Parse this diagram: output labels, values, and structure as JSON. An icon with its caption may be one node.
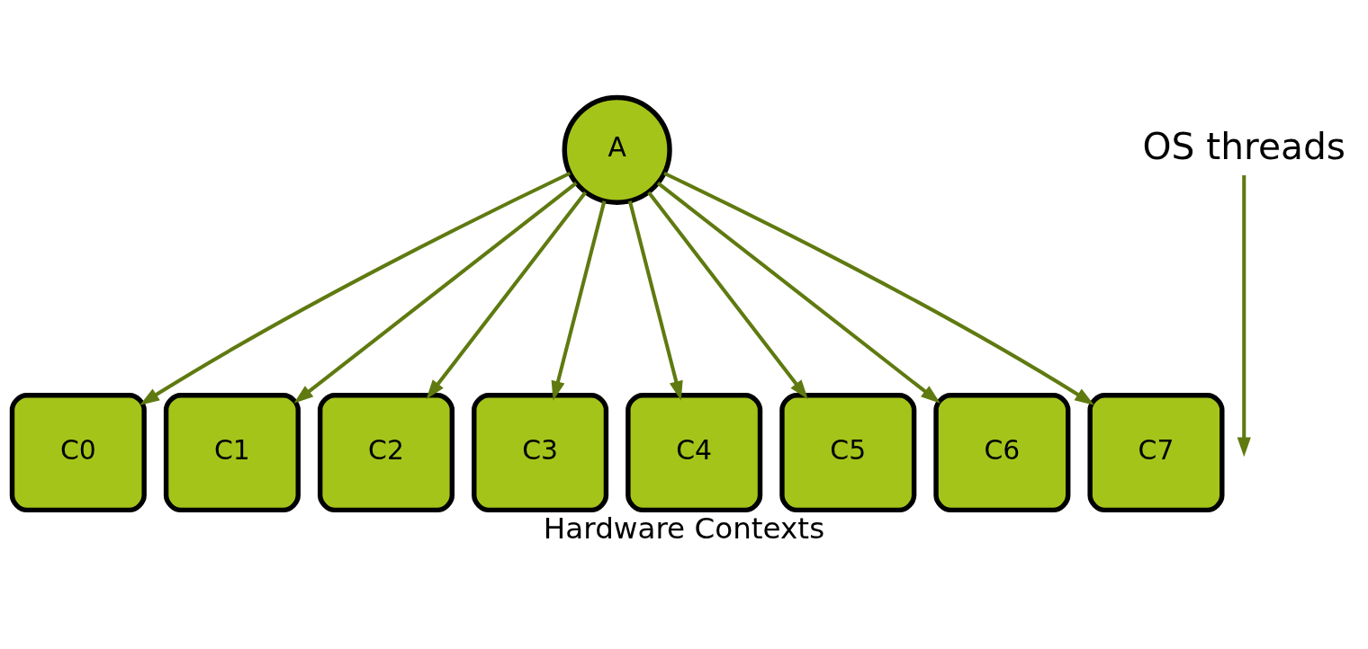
{
  "diagram": {
    "caption": "Hardware Contexts",
    "nodes": [
      {
        "text": [
          "A"
        ]
      },
      {
        "text": [
          "C0"
        ]
      },
      {
        "text": [
          "C1"
        ]
      },
      {
        "text": [
          "C2"
        ]
      },
      {
        "text": [
          "C3"
        ]
      },
      {
        "text": [
          "C4"
        ]
      },
      {
        "text": [
          "C5"
        ]
      },
      {
        "text": [
          "C6"
        ]
      },
      {
        "text": [
          "C7"
        ]
      },
      {
        "text": [
          "OS threads"
        ]
      }
    ],
    "edges": [
      {
        "from": 0,
        "to": 1,
        "arrow": "to"
      },
      {
        "from": 0,
        "to": 2,
        "arrow": "to"
      },
      {
        "from": 0,
        "to": 3,
        "arrow": "to"
      },
      {
        "from": 0,
        "to": 4,
        "arrow": "to"
      },
      {
        "from": 0,
        "to": 5,
        "arrow": "to"
      },
      {
        "from": 0,
        "to": 6,
        "arrow": "to"
      },
      {
        "from": 0,
        "to": 7,
        "arrow": "to"
      },
      {
        "from": 0,
        "to": 8,
        "arrow": "to"
      },
      {
        "from": 9,
        "to": null,
        "arrow": "to"
      }
    ]
  }
}
